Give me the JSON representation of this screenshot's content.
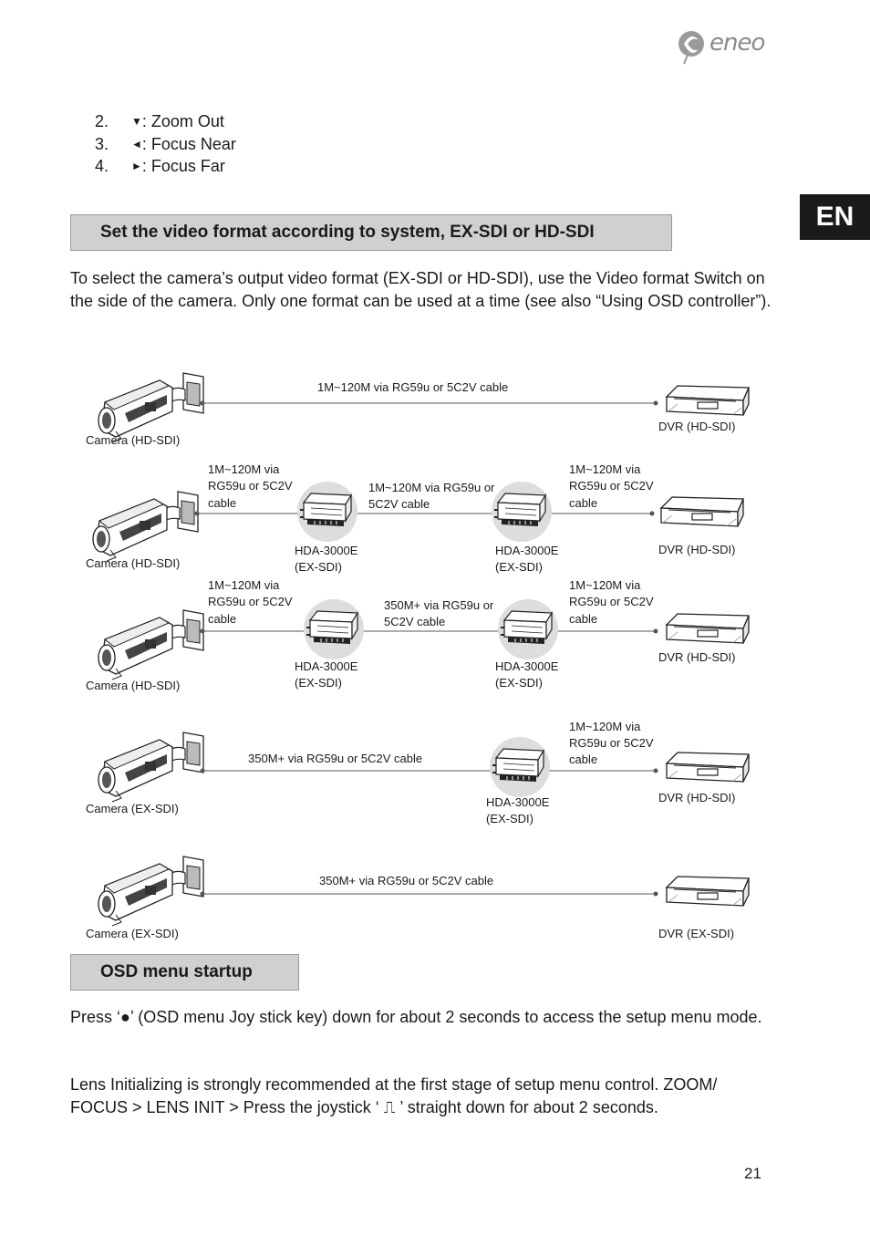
{
  "brand": {
    "logo_text": "eneo"
  },
  "lang_tab": "EN",
  "steps": [
    {
      "num": "2.",
      "symbol": "▼",
      "text": " : Zoom Out"
    },
    {
      "num": "3.",
      "symbol": "◄",
      "text": " : Focus Near"
    },
    {
      "num": "4.",
      "symbol": "►",
      "text": " : Focus Far"
    }
  ],
  "section1": {
    "title": "Set the video format according to system, EX-SDI or HD-SDI",
    "body": "To select the camera’s output video format (EX-SDI or HD-SDI), use the Video format Switch on the side of the camera. Only one format can be used at a time (see also “Using OSD controller”)."
  },
  "diagram": {
    "rows": [
      {
        "camera": "Camera (HD-SDI)",
        "cable": "1M~120M via RG59u or 5C2V cable",
        "dvr": "DVR (HD-SDI)"
      },
      {
        "camera": "Camera (HD-SDI)",
        "cable_a": [
          "1M~120M via",
          "RG59u or 5C2V",
          "cable"
        ],
        "conv1": [
          "HDA-3000E",
          "(EX-SDI)"
        ],
        "cable_b": [
          "1M~120M via RG59u or",
          "5C2V cable"
        ],
        "conv2": [
          "HDA-3000E",
          "(EX-SDI)"
        ],
        "cable_c": [
          "1M~120M via",
          "RG59u or 5C2V",
          "cable"
        ],
        "dvr": "DVR (HD-SDI)"
      },
      {
        "camera": "Camera (HD-SDI)",
        "cable_a": [
          "1M~120M via",
          "RG59u or 5C2V",
          "cable"
        ],
        "conv1": [
          "HDA-3000E",
          "(EX-SDI)"
        ],
        "cable_b": [
          "350M+ via RG59u or",
          "5C2V cable"
        ],
        "conv2": [
          "HDA-3000E",
          "(EX-SDI)"
        ],
        "cable_c": [
          "1M~120M via",
          "RG59u or 5C2V",
          "cable"
        ],
        "dvr": "DVR (HD-SDI)"
      },
      {
        "camera": "Camera (EX-SDI)",
        "cable_a": "350M+ via RG59u or 5C2V cable",
        "conv": [
          "HDA-3000E",
          "(EX-SDI)"
        ],
        "cable_c": [
          "1M~120M via",
          "RG59u or 5C2V",
          "cable"
        ],
        "dvr": "DVR (HD-SDI)"
      },
      {
        "camera": "Camera (EX-SDI)",
        "cable": "350M+ via RG59u or 5C2V cable",
        "dvr": "DVR (EX-SDI)"
      }
    ]
  },
  "section2": {
    "title": "OSD menu startup",
    "para1": "Press ‘●’ (OSD menu Joy stick key) down for about 2 seconds to access the setup menu mode.",
    "para2_line1": "Lens Initializing is strongly recommended at the first stage of setup menu control. ZOOM/",
    "para2_line2": "FOCUS > LENS INIT > Press the joystick ‘ ⎍ ’ straight down for about 2 seconds."
  },
  "page_number": "21"
}
